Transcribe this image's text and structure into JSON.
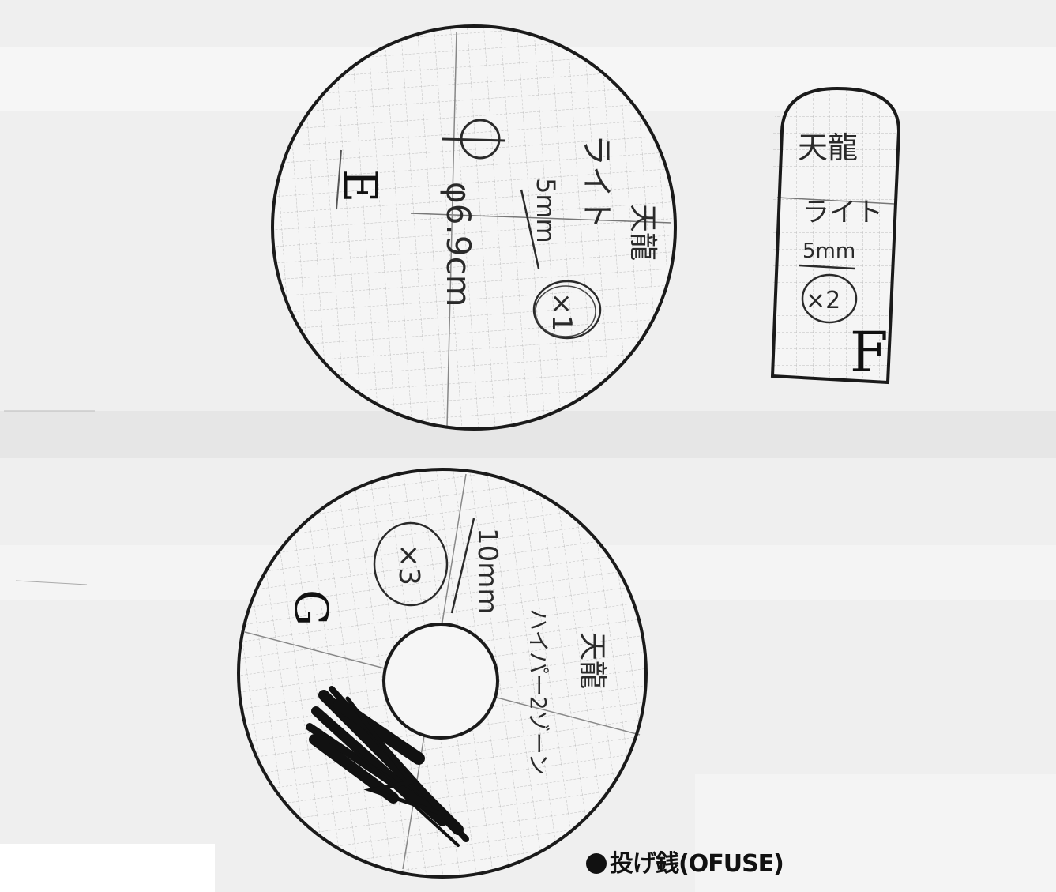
{
  "pieces": {
    "e": {
      "letter": "E",
      "maker": "天龍",
      "name": "ライト",
      "thickness": "5mm",
      "diameter": "φ6.9cm",
      "quantity": "×1"
    },
    "f": {
      "letter": "F",
      "maker": "天龍",
      "name": "ライト",
      "thickness": "5mm",
      "quantity": "×2"
    },
    "g": {
      "letter": "G",
      "maker": "天龍",
      "name": "ハイパー2ゾーン",
      "thickness": "10mm",
      "quantity": "×3",
      "crossed_out": true
    }
  },
  "footer": {
    "label": "投げ銭(OFUSE)"
  },
  "colors": {
    "paper": "#f4f4f4",
    "grid": "#b9b9b9",
    "ink": "#222222",
    "outline": "#1a1a1a"
  }
}
